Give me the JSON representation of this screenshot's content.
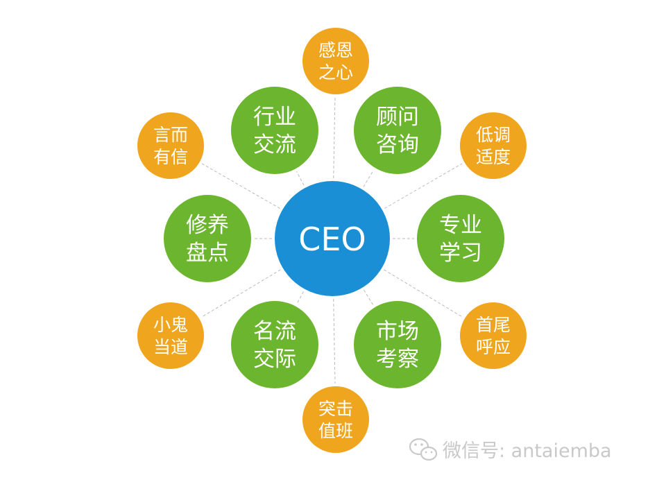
{
  "center": {
    "label": "CEO",
    "color": "#1a8fd6"
  },
  "colors": {
    "green": "#6cb52e",
    "orange": "#f0a51e",
    "connector": "#b9b9b9",
    "watermark": "#c9c9c9"
  },
  "inner_nodes": [
    {
      "id": "industry-exchange",
      "line1": "行业",
      "line2": "交流"
    },
    {
      "id": "consulting",
      "line1": "顾问",
      "line2": "咨询"
    },
    {
      "id": "professional-learning",
      "line1": "专业",
      "line2": "学习"
    },
    {
      "id": "market-research",
      "line1": "市场",
      "line2": "考察"
    },
    {
      "id": "celebrity-network",
      "line1": "名流",
      "line2": "交际"
    },
    {
      "id": "self-cultivation",
      "line1": "修养",
      "line2": "盘点"
    }
  ],
  "outer_nodes": [
    {
      "id": "gratitude",
      "line1": "感恩",
      "line2": "之心"
    },
    {
      "id": "low-profile",
      "line1": "低调",
      "line2": "适度"
    },
    {
      "id": "consistency",
      "line1": "首尾",
      "line2": "呼应"
    },
    {
      "id": "emergency-duty",
      "line1": "突击",
      "line2": "值班"
    },
    {
      "id": "petty-people",
      "line1": "小鬼",
      "line2": "当道"
    },
    {
      "id": "keep-promises",
      "line1": "言而",
      "line2": "有信"
    }
  ],
  "watermark": {
    "text": "微信号: antaiemba",
    "icon": "wechat-icon"
  }
}
